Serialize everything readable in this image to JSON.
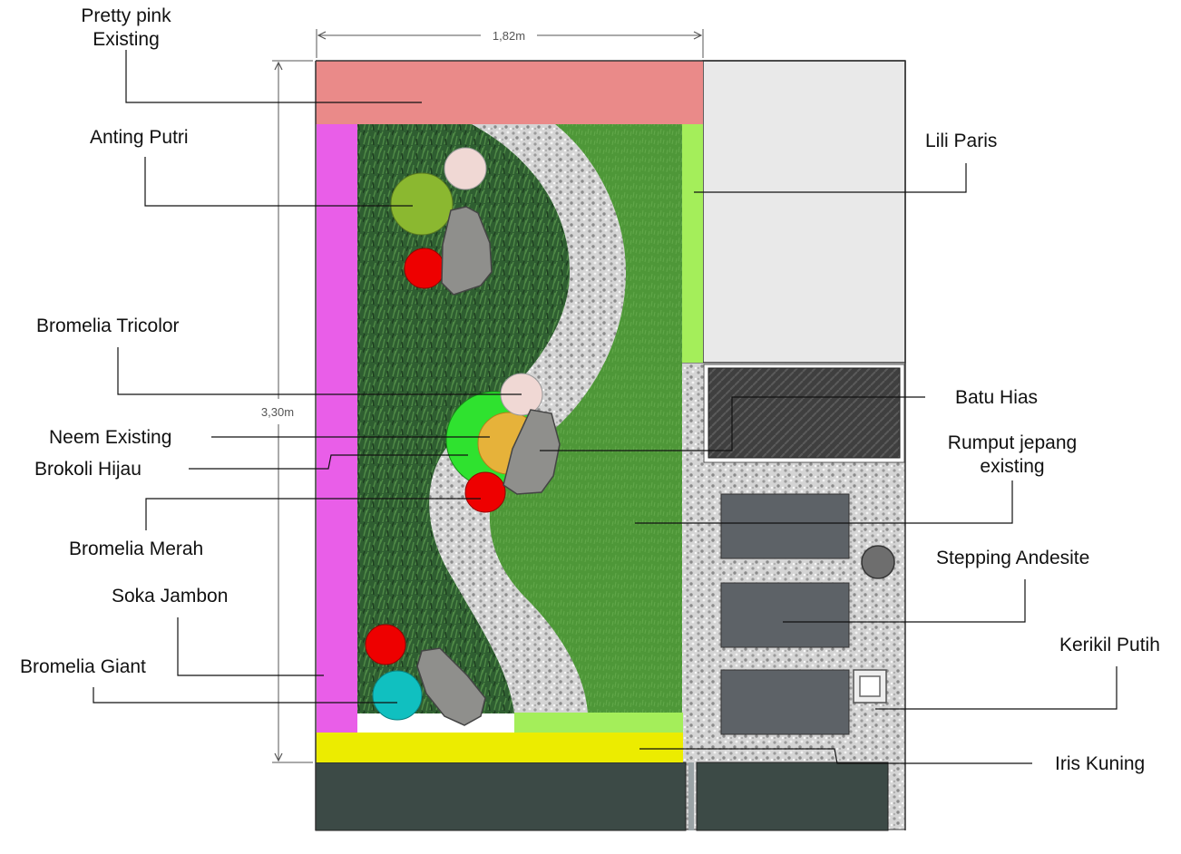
{
  "dimensions": {
    "width": "1,82m",
    "height": "3,30m"
  },
  "labels": {
    "pretty_pink": "Pretty pink\nExisting",
    "anting_putri": "Anting Putri",
    "bromelia_tricolor": "Bromelia Tricolor",
    "neem_existing": "Neem Existing",
    "brokoli_hijau": "Brokoli Hijau",
    "bromelia_merah": "Bromelia Merah",
    "soka_jambon": "Soka Jambon",
    "bromelia_giant": "Bromelia Giant",
    "lili_paris": "Lili Paris",
    "batu_hias": "Batu Hias",
    "rumput_jepang": "Rumput jepang\nexisting",
    "stepping_andesite": "Stepping Andesite",
    "kerikil_putih": "Kerikil Putih",
    "iris_kuning": "Iris Kuning"
  },
  "colors": {
    "pretty_pink": "#ea8a89",
    "soka_jambon": "#e95ee8",
    "lili_paris": "#a4ee5a",
    "iris_kuning": "#ecec00",
    "bromelia_merah": "#ee0000",
    "anting_putri": "#8bb830",
    "bromelia_tricolor": "#f0d8d4",
    "brokoli_hijau": "#2fe22f",
    "neem_existing": "#e6b23a",
    "bromelia_giant": "#10c0c0",
    "rumput_jepang": "#4f9a3a",
    "dark_plant_bed": "#2c5a2f",
    "kerikil_putih": "#c9c9c9",
    "stepping_andesite": "#5c6166",
    "batu_hias": "#8f8f8c",
    "paving": "#e9e9e9"
  }
}
